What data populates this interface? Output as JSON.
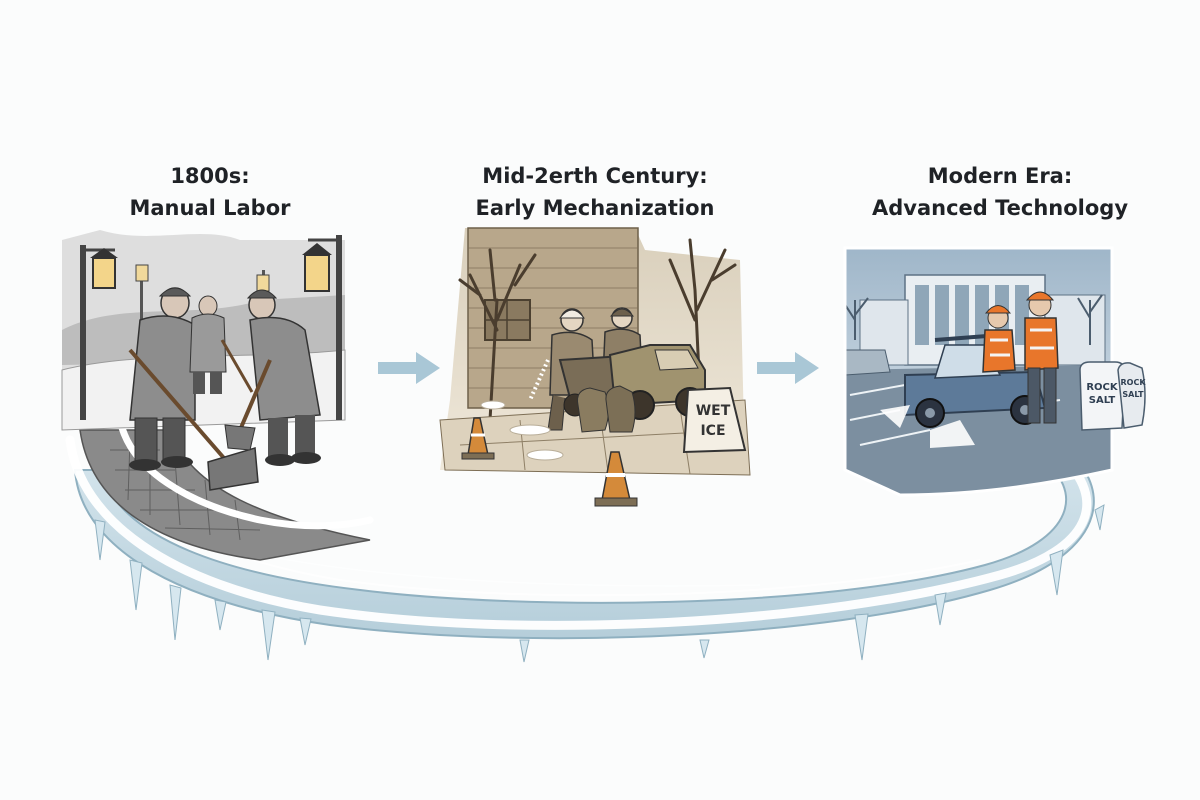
{
  "eras": [
    {
      "line1": "1800s:",
      "line2": "Manual Labor"
    },
    {
      "line1": "Mid-2erth Century:",
      "line2": "Early Mechanization"
    },
    {
      "line1": "Modern Era:",
      "line2": "Advanced Technology"
    }
  ],
  "signs": {
    "wet_ice_line1": "WET",
    "wet_ice_line2": "ICE",
    "bag_line1": "ROCK",
    "bag_line2": "SALT",
    "bag2_line1": "ROCK",
    "bag2_line2": "SALT"
  },
  "colors": {
    "ice_path": "#c9dde6",
    "arrow": "#a9c7d6",
    "safety_orange": "#e8762b",
    "vehicle_blue": "#5d7a99",
    "sepia": "#c4b69c"
  },
  "icons": [
    "lamp-post-icon",
    "shovel-icon",
    "traffic-cone-icon",
    "utility-vehicle-icon",
    "salt-bag-icon"
  ]
}
